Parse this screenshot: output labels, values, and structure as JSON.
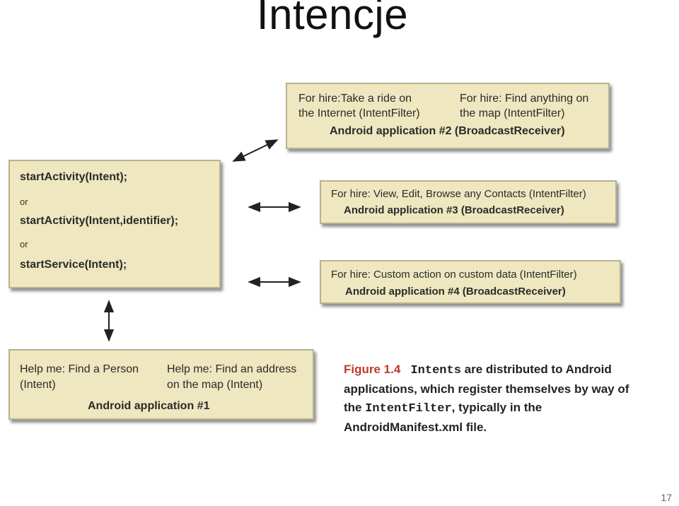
{
  "slide": {
    "title": "Intencje",
    "page_number": "17"
  },
  "left_box": {
    "line1": "startActivity(Intent);",
    "or1": "or",
    "line2": "startActivity(Intent,identifier);",
    "or2": "or",
    "line3": "startService(Intent);"
  },
  "app2": {
    "hire1_a": "For hire:Take a ride on",
    "hire1_b": "the Internet (IntentFilter)",
    "hire2_a": "For hire:  Find anything on",
    "hire2_b": "the map (IntentFilter)",
    "name": "Android application #2 (BroadcastReceiver)"
  },
  "app3": {
    "hire": "For hire:  View, Edit, Browse any Contacts (IntentFilter)",
    "name": "Android application #3 (BroadcastReceiver)"
  },
  "app4": {
    "hire": "For hire:  Custom action on custom data (IntentFilter)",
    "name": "Android application #4  (BroadcastReceiver)"
  },
  "app1": {
    "help1_a": "Help me:  Find a Person",
    "help1_b": "(Intent)",
    "help2_a": "Help me:  Find an address",
    "help2_b": "on the map (Intent)",
    "name": "Android application #1"
  },
  "caption": {
    "figure_label": "Figure 1.4",
    "intents_word": "Intents",
    "text1": " are distributed to Android",
    "text2": "applications, which register themselves by way of",
    "text3_pre": "the ",
    "intentfilter_word": "IntentFilter",
    "text3_post": ", typically in the",
    "text4": "AndroidManifest.xml file."
  },
  "colors": {
    "box_fill": "#eee7bf",
    "box_border": "#b9b290",
    "figure_label": "#c0392b"
  }
}
